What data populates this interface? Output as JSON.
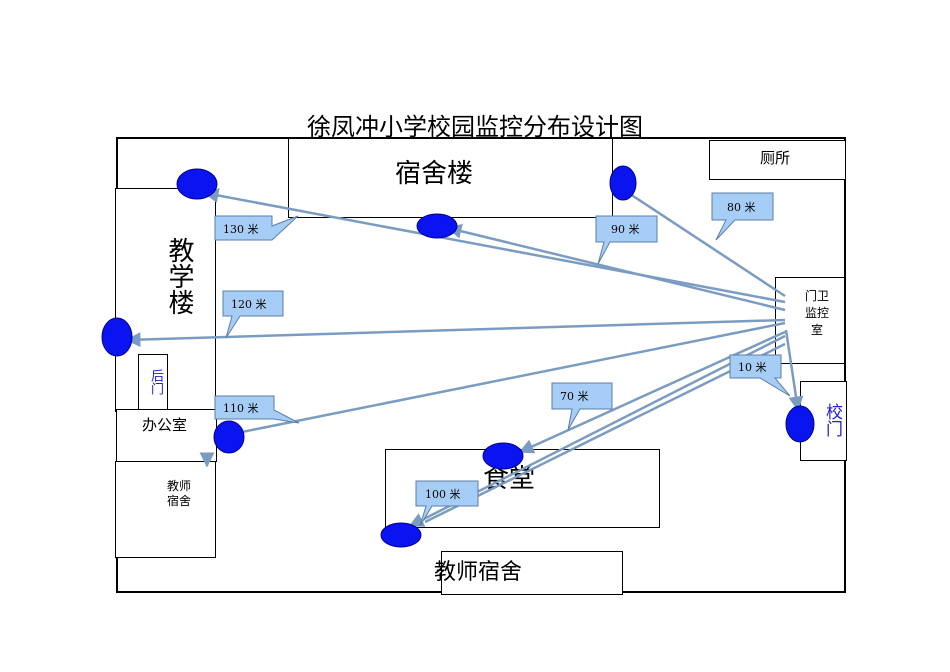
{
  "title": "徐凤冲小学校园监控分布设计图",
  "buildings": {
    "dorm": "宿舍楼",
    "teaching": "教学楼",
    "back_gate": "后门",
    "office": "办公室",
    "teacher_dorm": "教师宿舍",
    "toilet": "厕所",
    "guard_room": "门卫监控室",
    "school_gate": "校门",
    "canteen": "食堂",
    "teacher_dorm_2": "教师宿舍"
  },
  "distances": {
    "d130": "130 米",
    "d90": "90 米",
    "d80": "80 米",
    "d120": "120 米",
    "d10": "10 米",
    "d110": "110 米",
    "d70": "70 米",
    "d100": "100 米"
  },
  "colors": {
    "camera": "#0a14f0",
    "line": "#7b9cc2",
    "callout": "#a6cdf5"
  }
}
